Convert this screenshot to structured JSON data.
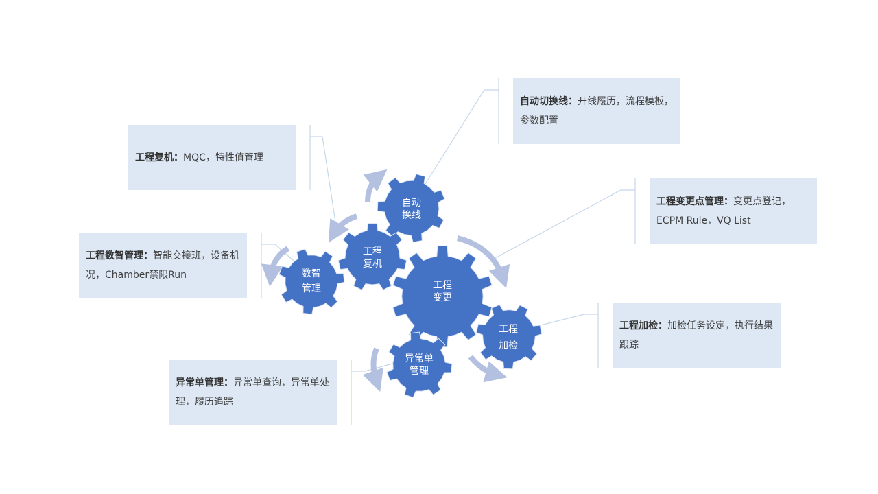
{
  "colors": {
    "gear": "#4472c4",
    "arrow": "#b4c0e0",
    "box": "#dde8f4",
    "line": "#c5d7ea"
  },
  "gears": {
    "center": [
      "工程",
      "变更"
    ],
    "auto_switch": [
      "自动",
      "换线"
    ],
    "restart": [
      "工程",
      "复机"
    ],
    "digital": [
      "数智",
      "管理"
    ],
    "inspection": [
      "工程",
      "加检"
    ],
    "abnormal": [
      "异常单",
      "管理"
    ]
  },
  "boxes": {
    "restart": {
      "title": "工程复机：",
      "text": "MQC，特性值管理"
    },
    "auto_switch": {
      "title": "自动切换线：",
      "text": "开线履历，流程模板，参数配置"
    },
    "digital": {
      "title": "工程数智管理：",
      "text": "智能交接班，设备机况，Chamber禁限Run"
    },
    "change_point": {
      "title": "工程变更点管理：",
      "text": "变更点登记，ECPM Rule，VQ List"
    },
    "inspection": {
      "title": "工程加检：",
      "text": "加检任务设定，执行结果跟踪"
    },
    "abnormal": {
      "title": "异常单管理：",
      "text": "异常单查询，异常单处理，履历追踪"
    }
  }
}
